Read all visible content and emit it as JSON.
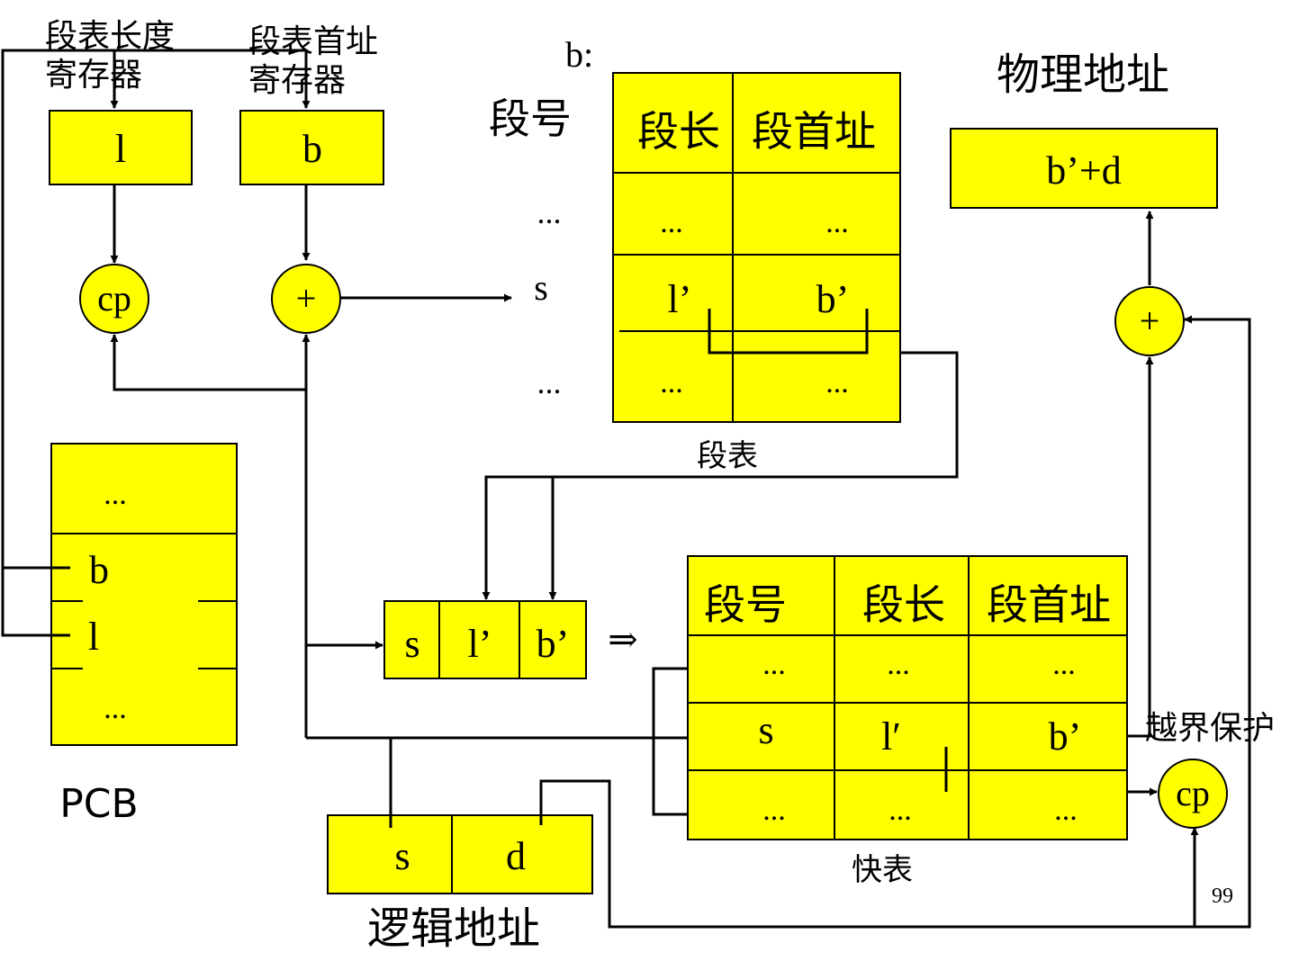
{
  "colors": {
    "fill": "#ffff00",
    "stroke": "#000000",
    "background": "#ffffff"
  },
  "registers": {
    "length_label_line1": "段表长度",
    "length_label_line2": "寄存器",
    "base_label_line1": "段表首址",
    "base_label_line2": "寄存器",
    "length_value": "l",
    "base_value": "b"
  },
  "operators": {
    "compare": "cp",
    "add": "+"
  },
  "segment_table": {
    "base_label": "b:",
    "index_header": "段号",
    "index_rows": [
      "...",
      "s",
      "..."
    ],
    "headers": [
      "段长",
      "段首址"
    ],
    "rows": [
      [
        "...",
        "..."
      ],
      [
        "l’",
        "b’"
      ],
      [
        "...",
        "..."
      ]
    ],
    "caption": "段表"
  },
  "physical": {
    "title": "物理地址",
    "value": "b’+d"
  },
  "pcb": {
    "rows": [
      "...",
      "b",
      "l",
      "..."
    ],
    "caption": "PCB"
  },
  "entry": {
    "cells": [
      "s",
      "l’",
      "b’"
    ],
    "arrow": "⇒"
  },
  "tlb": {
    "headers": [
      "段号",
      "段长",
      "段首址"
    ],
    "rows": [
      [
        "...",
        "...",
        "..."
      ],
      [
        "s",
        "l′",
        "b’"
      ],
      [
        "...",
        "...",
        "..."
      ]
    ],
    "caption": "快表",
    "overflow_label": "越界保护"
  },
  "logical": {
    "cells": [
      "s",
      "d"
    ],
    "caption": "逻辑地址"
  },
  "page_number": "99"
}
